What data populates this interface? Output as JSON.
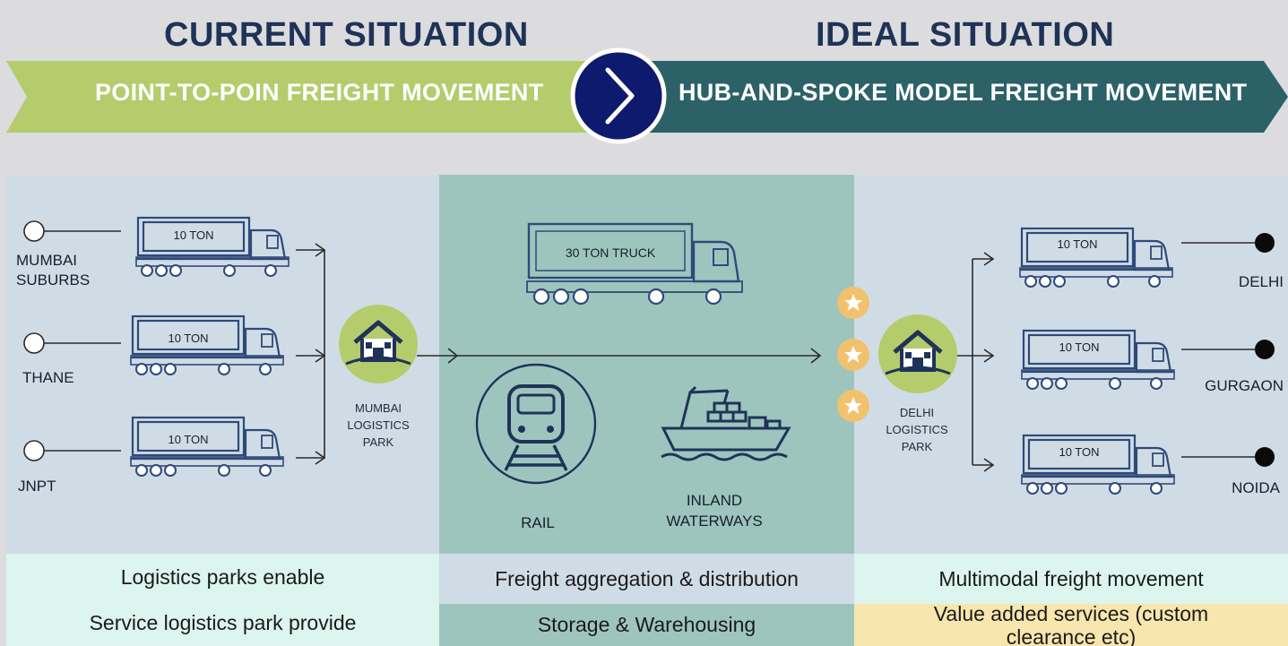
{
  "header": {
    "current_title": "CURRENT SITUATION",
    "ideal_title": "IDEAL SITUATION",
    "current_banner": "POINT-TO-POIN FREIGHT MOVEMENT",
    "ideal_banner": "HUB-AND-SPOKE MODEL FREIGHT MOVEMENT",
    "arrow_icon": "chevron-right-icon"
  },
  "colors": {
    "green_banner": "#b4cc6c",
    "teal_banner": "#2c6168",
    "navy": "#0e1a6e",
    "left_panel": "#d0dce5",
    "middle_panel": "#9dc5be",
    "right_panel": "#d0dce5",
    "star": "#f2c16e"
  },
  "left": {
    "origins": [
      "MUMBAI SUBURBS",
      "THANE",
      "JNPT"
    ],
    "truck_label": "10 TON",
    "park_label": "MUMBAI LOGISTICS PARK"
  },
  "middle": {
    "truck_label": "30 TON TRUCK",
    "rail_label": "RAIL",
    "waterways_label": "INLAND WATERWAYS"
  },
  "right": {
    "destinations": [
      "DELHI",
      "GURGAON",
      "NOIDA"
    ],
    "truck_label": "10 TON",
    "park_label": "DELHI LOGISTICS PARK"
  },
  "footer": {
    "left_1": "Logistics parks enable",
    "left_2": "Service logistics park provide",
    "middle_1": "Freight aggregation & distribution",
    "middle_2": "Storage & Warehousing",
    "right_1": "Multimodal freight movement",
    "right_2": "Value added services (custom clearance etc)"
  }
}
